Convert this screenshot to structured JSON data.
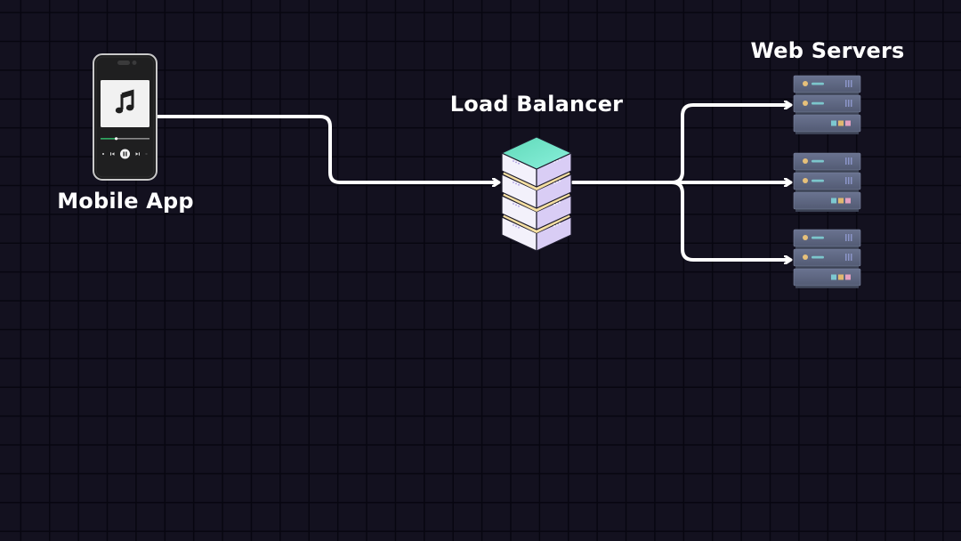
{
  "diagram": {
    "title": "Mobile App to Load Balancer to Web Servers",
    "nodes": {
      "mobile_app": {
        "label": "Mobile App",
        "icon": "smartphone-music-player-icon"
      },
      "load_balancer": {
        "label": "Load Balancer",
        "icon": "server-stack-icon"
      },
      "web_servers": {
        "label": "Web Servers",
        "icon": "server-rack-icon",
        "count": 3
      }
    },
    "edges": [
      {
        "from": "mobile_app",
        "to": "load_balancer"
      },
      {
        "from": "load_balancer",
        "to": "web_server_1"
      },
      {
        "from": "load_balancer",
        "to": "web_server_2"
      },
      {
        "from": "load_balancer",
        "to": "web_server_3"
      }
    ],
    "phone_player": {
      "progress": 0.32,
      "state": "playing"
    },
    "colors": {
      "background": "#13111f",
      "grid": "#070610",
      "arrow": "#ffffff",
      "lb_top": "#6ee7c8",
      "lb_side_left": "#f3f1fb",
      "lb_side_right": "#d9cdf5",
      "lb_ring_yellow": "#f5dfa2",
      "lb_ring_blue": "#a9b5ec",
      "server_body": "#5d6680",
      "server_led_amber": "#e6c07a",
      "server_bar_teal": "#7cc6cc",
      "server_chip_teal": "#7dc8d0",
      "server_chip_amber": "#e0b870",
      "server_chip_pink": "#e4a0c0",
      "phone_progress": "#2ea860"
    }
  }
}
